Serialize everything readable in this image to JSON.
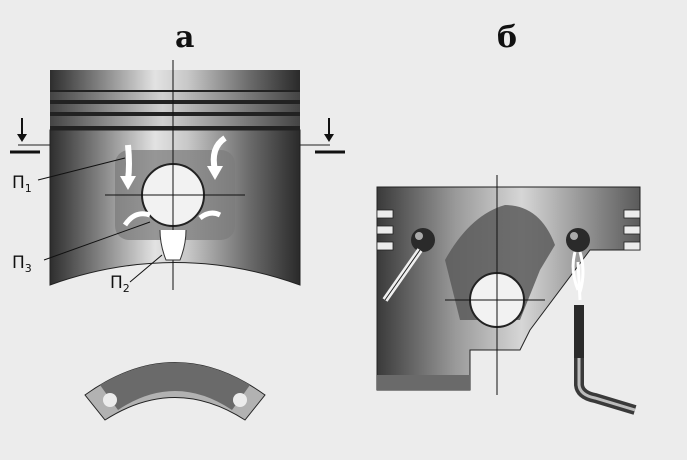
{
  "labels": {
    "view_a": "а",
    "view_b": "б",
    "p1_main": "П",
    "p1_sub": "1",
    "p2_main": "П",
    "p2_sub": "2",
    "p3_main": "П",
    "p3_sub": "3"
  },
  "colors": {
    "background": "#ececec",
    "metal_dark": "#3a3a3a",
    "metal_mid": "#8a8a8a",
    "metal_light": "#d8d8d8",
    "ring_gray": "#b5b5b5",
    "ink": "#111111"
  },
  "icons": {
    "left_arrow": "down-arrow-icon",
    "right_arrow": "down-arrow-icon",
    "oil_flow": "curved-arrow-icon"
  }
}
